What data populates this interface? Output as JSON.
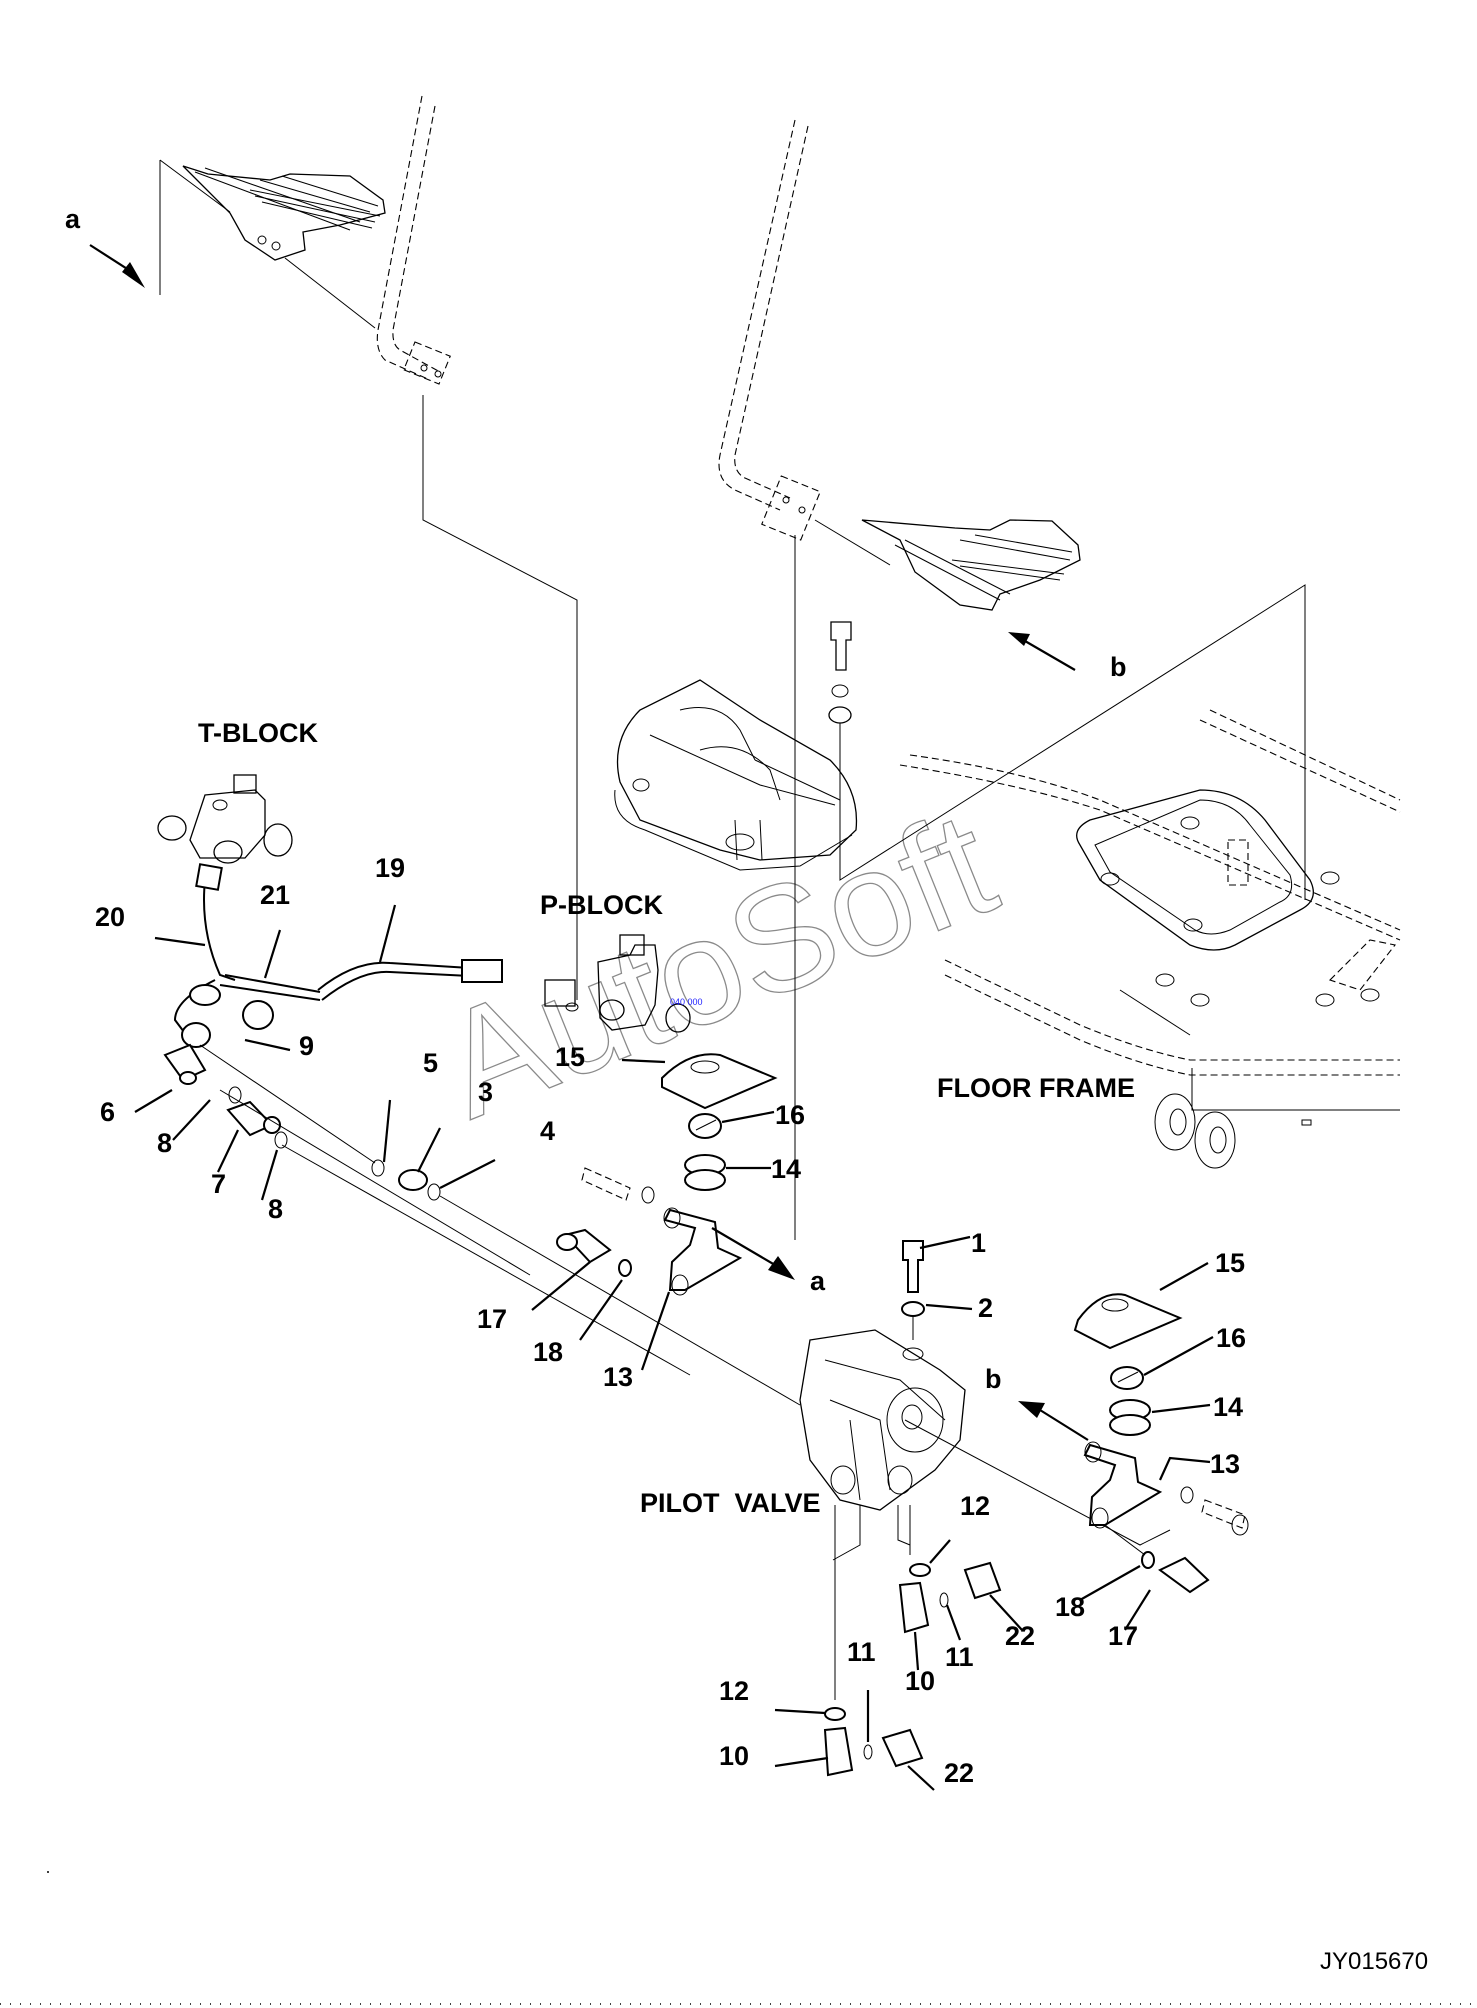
{
  "diagram": {
    "type": "exploded-parts-diagram",
    "reference_code": "JY015670",
    "watermark": "AutoSoft",
    "tiny_blue_mark": "040 000",
    "view_markers": [
      {
        "id": "a-top",
        "label": "a"
      },
      {
        "id": "b-top",
        "label": "b"
      },
      {
        "id": "a-lower",
        "label": "a"
      },
      {
        "id": "b-lower",
        "label": "b"
      }
    ],
    "group_labels": {
      "t_block": "T-BLOCK",
      "p_block": "P-BLOCK",
      "floor_frame": "FLOOR FRAME",
      "pilot_valve": "PILOT  VALVE"
    },
    "callouts": [
      {
        "id": "c1",
        "number": "1"
      },
      {
        "id": "c2",
        "number": "2"
      },
      {
        "id": "c3",
        "number": "3"
      },
      {
        "id": "c4",
        "number": "4"
      },
      {
        "id": "c5",
        "number": "5"
      },
      {
        "id": "c6",
        "number": "6"
      },
      {
        "id": "c7",
        "number": "7"
      },
      {
        "id": "c8a",
        "number": "8"
      },
      {
        "id": "c8b",
        "number": "8"
      },
      {
        "id": "c9",
        "number": "9"
      },
      {
        "id": "c10a",
        "number": "10"
      },
      {
        "id": "c10b",
        "number": "10"
      },
      {
        "id": "c11a",
        "number": "11"
      },
      {
        "id": "c11b",
        "number": "11"
      },
      {
        "id": "c12a",
        "number": "12"
      },
      {
        "id": "c12b",
        "number": "12"
      },
      {
        "id": "c13a",
        "number": "13"
      },
      {
        "id": "c13b",
        "number": "13"
      },
      {
        "id": "c14a",
        "number": "14"
      },
      {
        "id": "c14b",
        "number": "14"
      },
      {
        "id": "c15a",
        "number": "15"
      },
      {
        "id": "c15b",
        "number": "15"
      },
      {
        "id": "c16a",
        "number": "16"
      },
      {
        "id": "c16b",
        "number": "16"
      },
      {
        "id": "c17a",
        "number": "17"
      },
      {
        "id": "c17b",
        "number": "17"
      },
      {
        "id": "c18a",
        "number": "18"
      },
      {
        "id": "c18b",
        "number": "18"
      },
      {
        "id": "c19",
        "number": "19"
      },
      {
        "id": "c20",
        "number": "20"
      },
      {
        "id": "c21",
        "number": "21"
      },
      {
        "id": "c22a",
        "number": "22"
      },
      {
        "id": "c22b",
        "number": "22"
      }
    ]
  }
}
